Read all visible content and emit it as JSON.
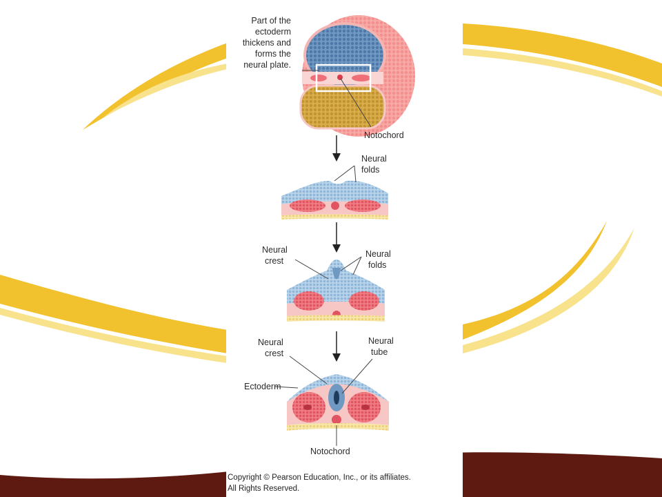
{
  "slide": {
    "colors": {
      "accent_gold": "#f2c12e",
      "accent_pale_gold": "#f8e28c",
      "band_maroon": "#5e1a10",
      "ectoderm_blue": "#8db4d6",
      "mesoderm_pink": "#ef6f78",
      "endoderm_gold": "#c99b3b"
    }
  },
  "diagram": {
    "stage1": {
      "callout_lines": [
        "Part of the",
        "ectoderm",
        "thickens and",
        "forms the",
        "neural plate."
      ],
      "notochord_label": "Notochord"
    },
    "stage2": {
      "neural_folds_lines": [
        "Neural",
        "folds"
      ]
    },
    "stage3": {
      "neural_crest_lines": [
        "Neural",
        "crest"
      ],
      "neural_folds_lines": [
        "Neural",
        "folds"
      ]
    },
    "stage4": {
      "neural_crest_lines": [
        "Neural",
        "crest"
      ],
      "neural_tube_lines": [
        "Neural",
        "tube"
      ],
      "ectoderm_label": "Ectoderm",
      "notochord_label": "Notochord"
    },
    "copyright_lines": [
      "Copyright © Pearson Education, Inc., or its affiliates.",
      "All Rights Reserved."
    ]
  }
}
